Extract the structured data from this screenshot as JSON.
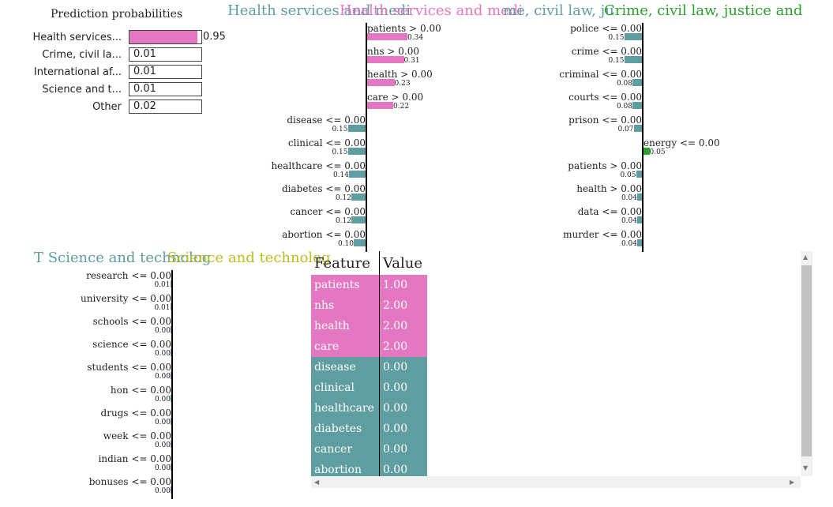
{
  "prediction": {
    "title": "Prediction probabilities",
    "rows": [
      {
        "label": "Health services...",
        "value": 0.95,
        "value_text": "0.95",
        "color": "#e377c2"
      },
      {
        "label": "Crime, civil la...",
        "value": 0.01,
        "value_text": "0.01",
        "color": "#ffffff"
      },
      {
        "label": "International af...",
        "value": 0.01,
        "value_text": "0.01",
        "color": "#ffffff"
      },
      {
        "label": "Science and t...",
        "value": 0.01,
        "value_text": "0.01",
        "color": "#ffffff"
      },
      {
        "label": "Other",
        "value": 0.02,
        "value_text": "0.02",
        "color": "#ffffff"
      }
    ]
  },
  "panels": {
    "health": {
      "title_not": "Health services and medi",
      "title_class": "Health services and medi",
      "title_not_color": "#5f9ea0",
      "title_class_color": "#e377c2",
      "features": [
        {
          "label": "patients > 0.00",
          "value": "0.34",
          "weight": 0.34,
          "side": "right",
          "color": "#e377c2"
        },
        {
          "label": "nhs > 0.00",
          "value": "0.31",
          "weight": 0.31,
          "side": "right",
          "color": "#e377c2"
        },
        {
          "label": "health > 0.00",
          "value": "0.23",
          "weight": 0.23,
          "side": "right",
          "color": "#e377c2"
        },
        {
          "label": "care > 0.00",
          "value": "0.22",
          "weight": 0.22,
          "side": "right",
          "color": "#e377c2"
        },
        {
          "label": "disease <= 0.00",
          "value": "0.15",
          "weight": 0.15,
          "side": "left",
          "color": "#5f9ea0"
        },
        {
          "label": "clinical <= 0.00",
          "value": "0.15",
          "weight": 0.15,
          "side": "left",
          "color": "#5f9ea0"
        },
        {
          "label": "healthcare <= 0.00",
          "value": "0.14",
          "weight": 0.14,
          "side": "left",
          "color": "#5f9ea0"
        },
        {
          "label": "diabetes <= 0.00",
          "value": "0.12",
          "weight": 0.12,
          "side": "left",
          "color": "#5f9ea0"
        },
        {
          "label": "cancer <= 0.00",
          "value": "0.12",
          "weight": 0.12,
          "side": "left",
          "color": "#5f9ea0"
        },
        {
          "label": "abortion <= 0.00",
          "value": "0.10",
          "weight": 0.1,
          "side": "left",
          "color": "#5f9ea0"
        }
      ]
    },
    "crime": {
      "title_not": "me, civil law, ju",
      "title_class": "Crime, civil law, justice and",
      "title_not_color": "#5f9ea0",
      "title_class_color": "#2ca02c",
      "features": [
        {
          "label": "police <= 0.00",
          "value": "0.15",
          "weight": 0.15,
          "side": "left",
          "color": "#5f9ea0"
        },
        {
          "label": "crime <= 0.00",
          "value": "0.15",
          "weight": 0.15,
          "side": "left",
          "color": "#5f9ea0"
        },
        {
          "label": "criminal <= 0.00",
          "value": "0.08",
          "weight": 0.08,
          "side": "left",
          "color": "#5f9ea0"
        },
        {
          "label": "courts <= 0.00",
          "value": "0.08",
          "weight": 0.08,
          "side": "left",
          "color": "#5f9ea0"
        },
        {
          "label": "prison <= 0.00",
          "value": "0.07",
          "weight": 0.07,
          "side": "left",
          "color": "#5f9ea0"
        },
        {
          "label": "energy <= 0.00",
          "value": "0.05",
          "weight": 0.05,
          "side": "right",
          "color": "#2ca02c"
        },
        {
          "label": "patients > 0.00",
          "value": "0.05",
          "weight": 0.05,
          "side": "left",
          "color": "#5f9ea0"
        },
        {
          "label": "health > 0.00",
          "value": "0.04",
          "weight": 0.04,
          "side": "left",
          "color": "#5f9ea0"
        },
        {
          "label": "data <= 0.00",
          "value": "0.04",
          "weight": 0.04,
          "side": "left",
          "color": "#5f9ea0"
        },
        {
          "label": "murder <= 0.00",
          "value": "0.04",
          "weight": 0.04,
          "side": "left",
          "color": "#5f9ea0"
        }
      ]
    },
    "science": {
      "title_not": "T Science and technolog",
      "title_class": "Science and technolog",
      "title_not_color": "#5f9ea0",
      "title_class_color": "#bcbd22",
      "features": [
        {
          "label": "research <= 0.00",
          "value": "0.01",
          "weight": 0.01,
          "side": "left",
          "color": "#5f9ea0"
        },
        {
          "label": "university <= 0.00",
          "value": "0.01",
          "weight": 0.01,
          "side": "left",
          "color": "#5f9ea0"
        },
        {
          "label": "schools <= 0.00",
          "value": "0.00",
          "weight": 0.0,
          "side": "left",
          "color": "#5f9ea0"
        },
        {
          "label": "science <= 0.00",
          "value": "0.00",
          "weight": 0.0,
          "side": "left",
          "color": "#5f9ea0"
        },
        {
          "label": "students <= 0.00",
          "value": "0.00",
          "weight": 0.0,
          "side": "left",
          "color": "#5f9ea0"
        },
        {
          "label": "hon <= 0.00",
          "value": "0.00",
          "weight": 0.0,
          "side": "left",
          "color": "#5f9ea0"
        },
        {
          "label": "drugs <= 0.00",
          "value": "0.00",
          "weight": 0.0,
          "side": "left",
          "color": "#5f9ea0"
        },
        {
          "label": "week <= 0.00",
          "value": "0.00",
          "weight": 0.0,
          "side": "left",
          "color": "#5f9ea0"
        },
        {
          "label": "indian <= 0.00",
          "value": "0.00",
          "weight": 0.0,
          "side": "left",
          "color": "#5f9ea0"
        },
        {
          "label": "bonuses <= 0.00",
          "value": "0.00",
          "weight": 0.0,
          "side": "left",
          "color": "#5f9ea0"
        }
      ]
    }
  },
  "table": {
    "headers": [
      "Feature",
      "Value"
    ],
    "rows": [
      {
        "feature": "patients",
        "value": "1.00",
        "color": "#e377c2"
      },
      {
        "feature": "nhs",
        "value": "2.00",
        "color": "#e377c2"
      },
      {
        "feature": "health",
        "value": "2.00",
        "color": "#e377c2"
      },
      {
        "feature": "care",
        "value": "2.00",
        "color": "#e377c2"
      },
      {
        "feature": "disease",
        "value": "0.00",
        "color": "#5f9ea0"
      },
      {
        "feature": "clinical",
        "value": "0.00",
        "color": "#5f9ea0"
      },
      {
        "feature": "healthcare",
        "value": "0.00",
        "color": "#5f9ea0"
      },
      {
        "feature": "diabetes",
        "value": "0.00",
        "color": "#5f9ea0"
      },
      {
        "feature": "cancer",
        "value": "0.00",
        "color": "#5f9ea0"
      },
      {
        "feature": "abortion",
        "value": "0.00",
        "color": "#5f9ea0"
      }
    ]
  },
  "scrollbar": {
    "up_arrow": "▲",
    "down_arrow": "▼",
    "left_arrow": "◀",
    "right_arrow": "▶"
  }
}
